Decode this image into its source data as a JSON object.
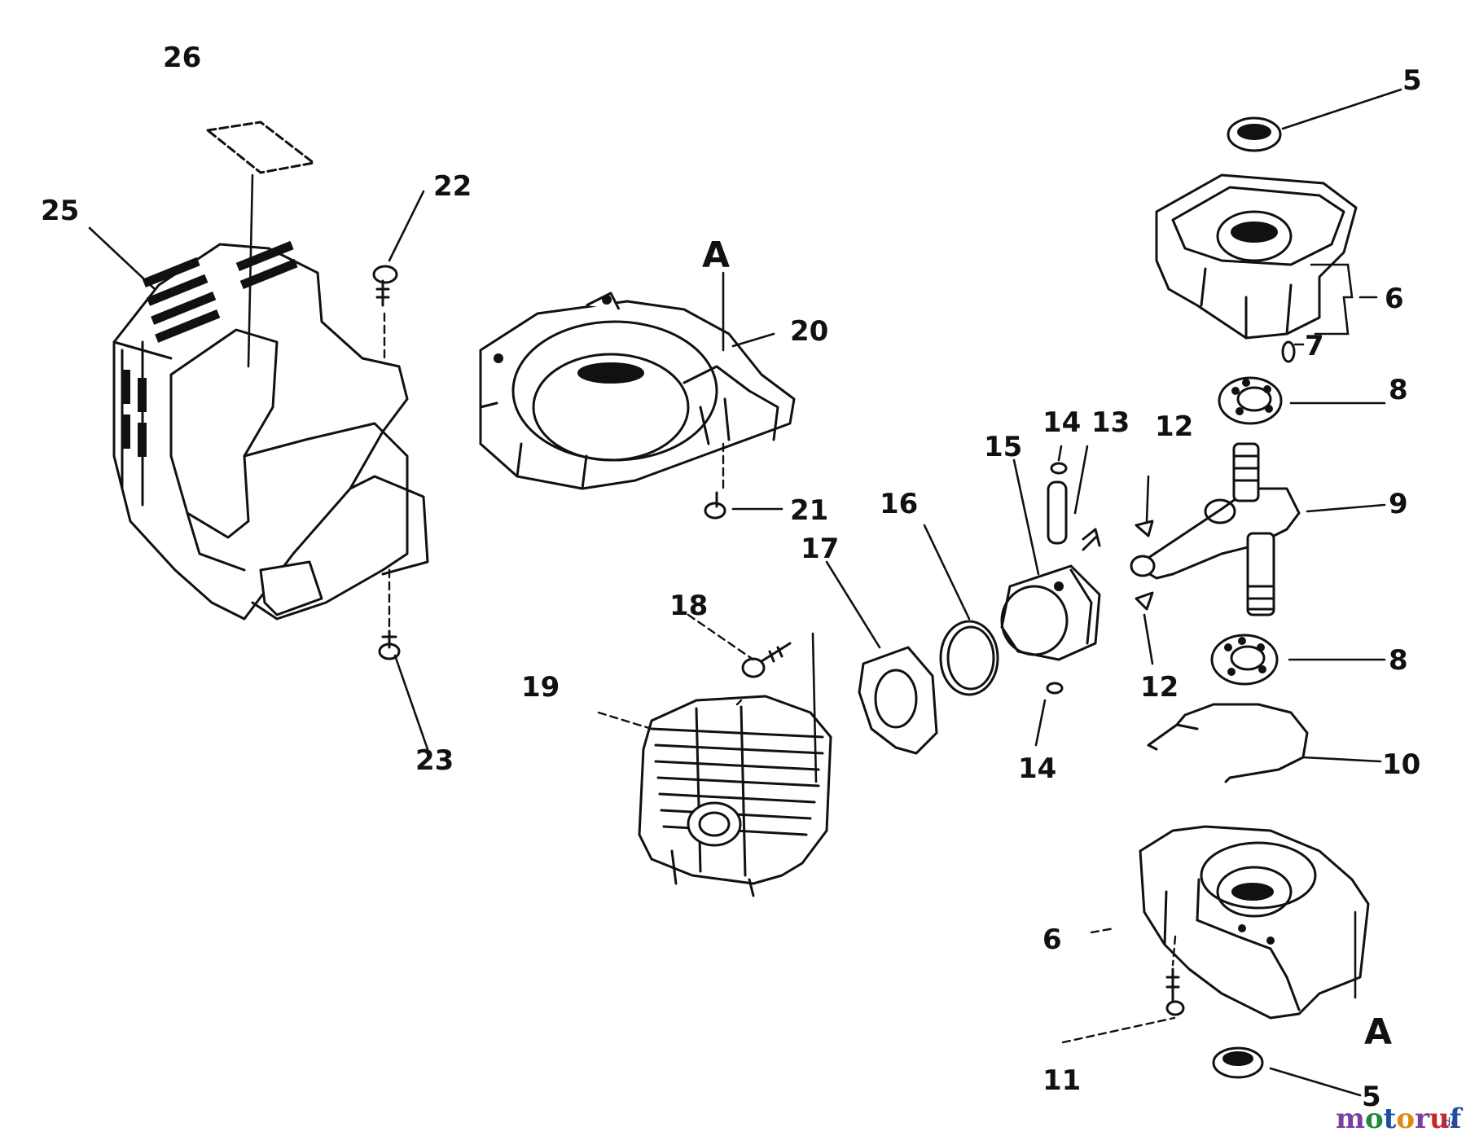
{
  "callouts": {
    "n5_top": "5",
    "n6_right": "6",
    "n7": "7",
    "n8_top": "8",
    "n9": "9",
    "n8_bottom": "8",
    "n10": "10",
    "n12_top": "12",
    "n13": "13",
    "n14_top": "14",
    "n15": "15",
    "n16": "16",
    "n17": "17",
    "n18": "18",
    "n19": "19",
    "n12_bottom": "12",
    "n14_bottom": "14",
    "n20": "20",
    "n21": "21",
    "n22": "22",
    "n23": "23",
    "n25": "25",
    "n26": "26",
    "n6_left": "6",
    "n11": "11",
    "n5_bottom": "5",
    "ref_a_top": "A",
    "ref_a_bottom": "A"
  },
  "watermark": {
    "brand": "motoruf",
    "suffix": ".de",
    "colors": {
      "m": "#7b3fa0",
      "o": "#1f8a3a",
      "t": "#1d4fa3",
      "o2": "#e08a12",
      "r": "#7b3fa0",
      "u": "#c62828",
      "f": "#1d4fa3"
    }
  }
}
